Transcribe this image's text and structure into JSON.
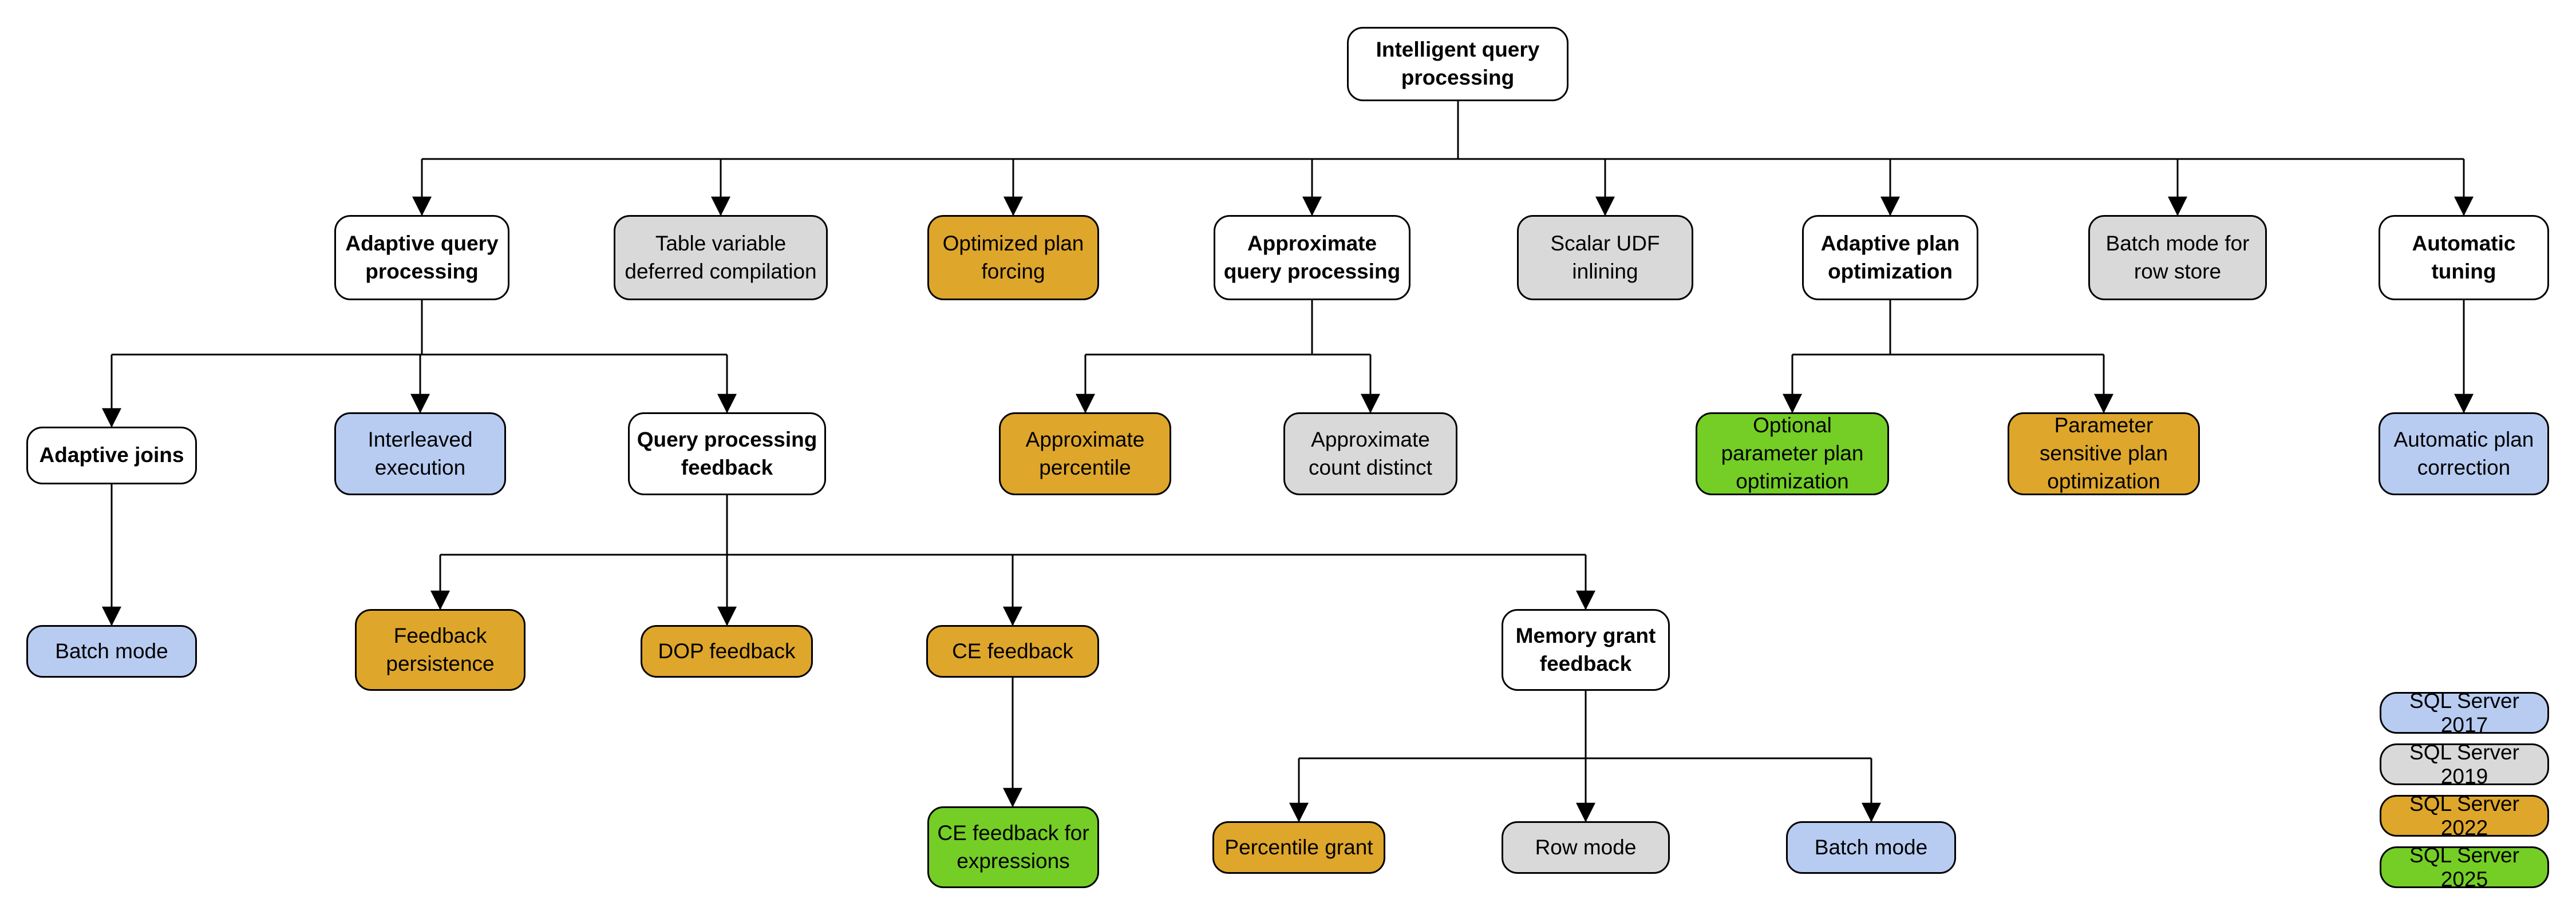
{
  "palette": {
    "category_fill": "#FFFFFF",
    "v2017": "#B8CCF2",
    "v2019": "#D9D9D9",
    "v2022": "#DEA62B",
    "v2025": "#74CE26",
    "border": "#000000",
    "connector": "#000000",
    "background": "#FFFFFF"
  },
  "nodes": {
    "intelligent_query_processing": {
      "label": "Intelligent query processing"
    },
    "adaptive_query_processing": {
      "label": "Adaptive query processing"
    },
    "table_variable_deferred_compilation": {
      "label": "Table variable deferred compilation",
      "version": "SQL Server 2019"
    },
    "optimized_plan_forcing": {
      "label": "Optimized plan forcing",
      "version": "SQL Server 2022"
    },
    "approximate_query_processing": {
      "label": "Approximate query processing"
    },
    "scalar_udf_inlining": {
      "label": "Scalar UDF inlining",
      "version": "SQL Server 2019"
    },
    "adaptive_plan_optimization": {
      "label": "Adaptive plan optimization"
    },
    "batch_mode_for_row_store": {
      "label": "Batch mode for row store",
      "version": "SQL Server 2019"
    },
    "automatic_tuning": {
      "label": "Automatic tuning"
    },
    "adaptive_joins": {
      "label": "Adaptive joins"
    },
    "interleaved_execution": {
      "label": "Interleaved execution",
      "version": "SQL Server 2017"
    },
    "query_processing_feedback": {
      "label": "Query processing feedback"
    },
    "approximate_percentile": {
      "label": "Approximate percentile",
      "version": "SQL Server 2022"
    },
    "approximate_count_distinct": {
      "label": "Approximate count distinct",
      "version": "SQL Server 2019"
    },
    "optional_parameter_plan_optimization": {
      "label": "Optional parameter plan optimization",
      "version": "SQL Server 2025"
    },
    "parameter_sensitive_plan_optimization": {
      "label": "Parameter sensitive plan optimization",
      "version": "SQL Server 2022"
    },
    "automatic_plan_correction": {
      "label": "Automatic plan correction",
      "version": "SQL Server 2017"
    },
    "batch_mode_adaptive_joins": {
      "label": "Batch mode",
      "version": "SQL Server 2017"
    },
    "feedback_persistence": {
      "label": "Feedback persistence",
      "version": "SQL Server 2022"
    },
    "dop_feedback": {
      "label": "DOP feedback",
      "version": "SQL Server 2022"
    },
    "ce_feedback": {
      "label": "CE feedback",
      "version": "SQL Server 2022"
    },
    "memory_grant_feedback": {
      "label": "Memory grant feedback"
    },
    "ce_feedback_for_expressions": {
      "label": "CE feedback for expressions",
      "version": "SQL Server 2025"
    },
    "percentile_grant": {
      "label": "Percentile grant",
      "version": "SQL Server 2022"
    },
    "row_mode": {
      "label": "Row mode",
      "version": "SQL Server 2019"
    },
    "batch_mode_memory_grant": {
      "label": "Batch mode",
      "version": "SQL Server 2017"
    }
  },
  "legend": {
    "items": [
      {
        "label": "SQL Server 2017"
      },
      {
        "label": "SQL Server 2019"
      },
      {
        "label": "SQL Server 2022"
      },
      {
        "label": "SQL Server 2025"
      }
    ]
  }
}
